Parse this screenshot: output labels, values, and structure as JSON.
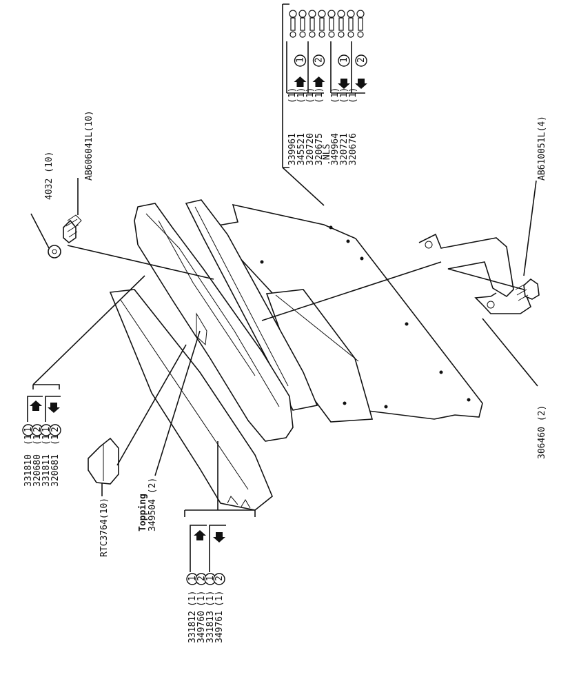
{
  "callouts": {
    "washer": "4032 (10)",
    "screw_top": "AB606041L(10)",
    "screw_bottom": "AB610051L(4)",
    "bracket": "306460 (2)",
    "cap": "RTC3764(10)",
    "topping_title": "Topping",
    "topping_part": "349504 (2)"
  },
  "group_top_right": {
    "rows": [
      {
        "part": "339961",
        "qty": "(1)"
      },
      {
        "part": "345521",
        "qty": "(1)"
      },
      {
        "part": "320720",
        "qty": "(1)"
      },
      {
        "part": "320675",
        "qty": "(1)"
      },
      {
        "part": ".NLS",
        "qty": ""
      },
      {
        "part": "349964",
        "qty": "(1)"
      },
      {
        "part": "320721",
        "qty": "(1)"
      },
      {
        "part": "320676",
        "qty": "(1)"
      }
    ],
    "markers": [
      "1",
      "2",
      "1",
      "2"
    ]
  },
  "group_left_upper": {
    "rows": [
      {
        "part": "331810",
        "qty": "(1)",
        "mark": "1"
      },
      {
        "part": "320680",
        "qty": "(1)",
        "mark": "2"
      },
      {
        "part": "331811",
        "qty": "(1)",
        "mark": "1"
      },
      {
        "part": "320681",
        "qty": "(1)",
        "mark": "2"
      }
    ]
  },
  "group_left_lower": {
    "rows": [
      {
        "part": "331812",
        "qty": "(1)",
        "mark": "1"
      },
      {
        "part": "349760",
        "qty": "(1)",
        "mark": "2"
      },
      {
        "part": "331813",
        "qty": "(1)",
        "mark": "1"
      },
      {
        "part": "349761",
        "qty": "(1)",
        "mark": "2"
      }
    ]
  }
}
